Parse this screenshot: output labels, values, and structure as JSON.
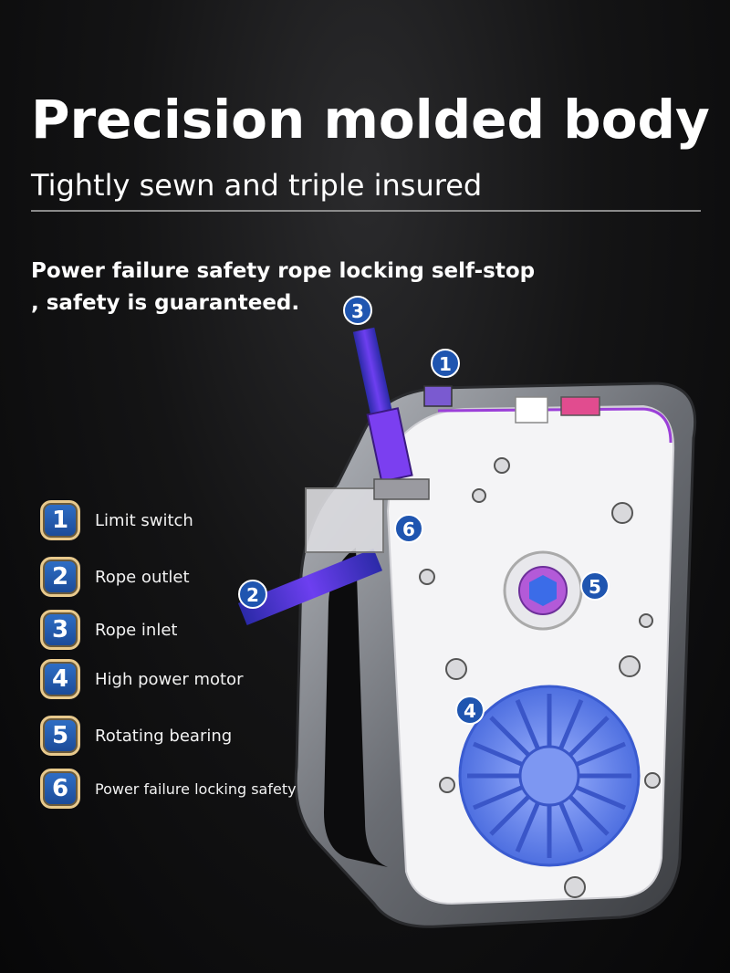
{
  "header": {
    "title": "Precision molded body",
    "subtitle": "Tightly sewn and triple insured"
  },
  "tagline": {
    "line1": "Power failure safety rope locking self-stop",
    "line2": ", safety is guaranteed."
  },
  "legend": {
    "items": [
      {
        "number": "1",
        "label": "Limit switch"
      },
      {
        "number": "2",
        "label": "Rope outlet"
      },
      {
        "number": "3",
        "label": "Rope inlet"
      },
      {
        "number": "4",
        "label": "High power motor"
      },
      {
        "number": "5",
        "label": "Rotating bearing"
      },
      {
        "number": "6",
        "label": "Power failure locking safety"
      }
    ]
  },
  "callouts": {
    "c1": "1",
    "c2": "2",
    "c3": "3",
    "c4": "4",
    "c5": "5",
    "c6": "6"
  },
  "colors": {
    "badge_blue": "#1f55b0",
    "badge_border": "#e8c98c",
    "rope_purple": "#6b2fd6",
    "housing_white": "#f4f4f6",
    "motor_blue": "#6f8ef0"
  }
}
